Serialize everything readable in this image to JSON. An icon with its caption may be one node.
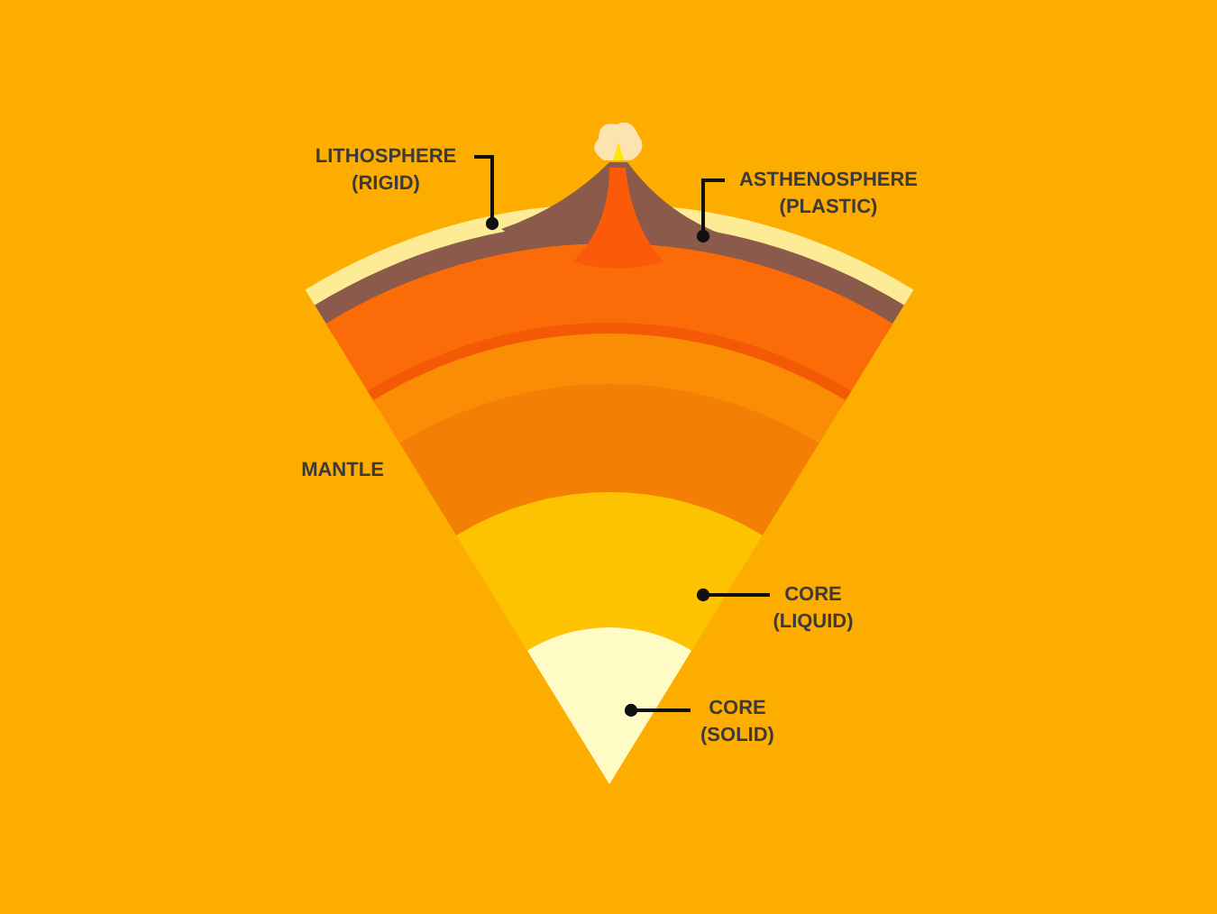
{
  "diagram": {
    "nodes": [
      {
        "text": [
          "LITHOSPHERE (RIGID)"
        ]
      },
      {
        "text": [
          "ASTHENOSPHERE (PLASTIC)"
        ]
      },
      {
        "text": [
          "CORE (LIQUID)"
        ]
      },
      {
        "text": [
          "CORE (SOLID)"
        ]
      }
    ],
    "edges": [
      {
        "from": 0,
        "to": null,
        "arrow": "other"
      },
      {
        "from": 1,
        "to": null,
        "arrow": "other"
      },
      {
        "from": 2,
        "to": null,
        "arrow": "other"
      },
      {
        "from": 3,
        "to": null,
        "arrow": "other"
      }
    ],
    "labels": [
      "MANTLE"
    ]
  }
}
